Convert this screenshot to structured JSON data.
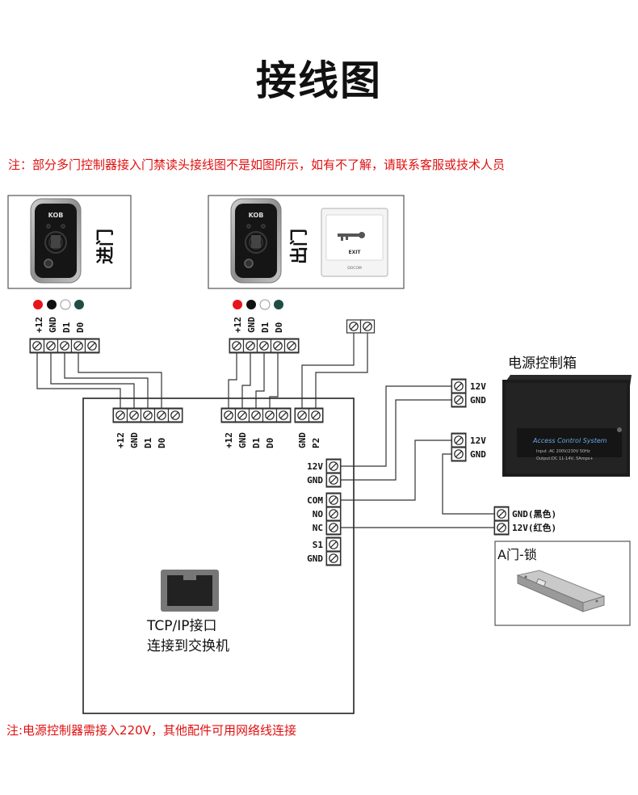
{
  "title": "接线图",
  "top_note": "注：部分多门控制器接入门禁读头接线图不是如图所示，如有不了解，请联系客服或技术人员",
  "bottom_note": "注:电源控制器需接入220V，其他配件可用网络线连接",
  "reader_brand": "KOB",
  "entry_reader": {
    "label": "进门",
    "pins": [
      "+12",
      "GND",
      "D1",
      "D0"
    ]
  },
  "exit_reader": {
    "label": "出门",
    "pins": [
      "+12",
      "GND",
      "D1",
      "D0"
    ]
  },
  "exit_button_text": "EXIT",
  "exit_button_brand": "DOCOM",
  "controller": {
    "bottom_pins_left": [
      "+12",
      "GND",
      "D1",
      "D0"
    ],
    "bottom_pins_mid": [
      "+12",
      "GND",
      "D1",
      "D0"
    ],
    "bottom_pins_right": [
      "GND",
      "P2"
    ],
    "side_power": [
      "12V",
      "GND"
    ],
    "side_relay": [
      "COM",
      "NO",
      "NC"
    ],
    "side_sensor": [
      "S1",
      "GND"
    ],
    "tcp_line1": "TCP/IP接口",
    "tcp_line2": "连接到交换机"
  },
  "power_box": {
    "title": "电源控制箱",
    "panel_title": "Access Control System",
    "panel_input": "Input :AC 200V/230V 50Hz",
    "panel_output": "Output:DC 11-14V, 5Amps+",
    "terminal1": [
      "12V",
      "GND"
    ],
    "terminal2": [
      "12V",
      "GND"
    ]
  },
  "lock": {
    "terminal_labels": [
      "GND(黑色)",
      "12V(红色)"
    ],
    "label": "A门-锁"
  },
  "wire_colors": {
    "red": "#e8141c",
    "black": "#111111",
    "white": "#ffffff",
    "green": "#1f4d45"
  }
}
